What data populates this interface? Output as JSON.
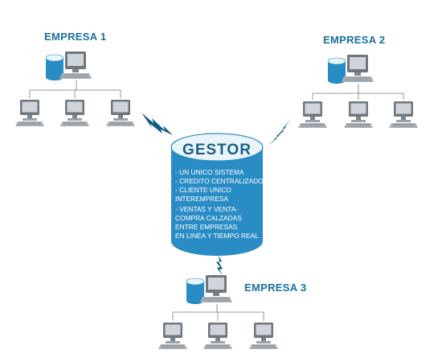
{
  "companies": [
    {
      "name": "EMPRESA 1"
    },
    {
      "name": "EMPRESA 2"
    },
    {
      "name": "EMPRESA 3"
    }
  ],
  "gestor": {
    "title": "GESTOR",
    "features": [
      "- UN UNICO SISTEMA",
      "- CREDITO CENTRALIZADO",
      "- CLIENTE UNICO",
      "INTEREMPRESA",
      "- VENTAS Y VENTA-",
      "COMPRA CALZADAS",
      "ENTRE EMPRESAS",
      "EN LINEA Y TIEMPO REAL"
    ]
  },
  "colors": {
    "accent": "#1a6fa0",
    "cylinder": "#2a8cc4",
    "cylinder_top": "#e8f4fb",
    "lightning": "#0e5f86",
    "monitor": "#8a9299",
    "line": "#7a7a7a"
  }
}
